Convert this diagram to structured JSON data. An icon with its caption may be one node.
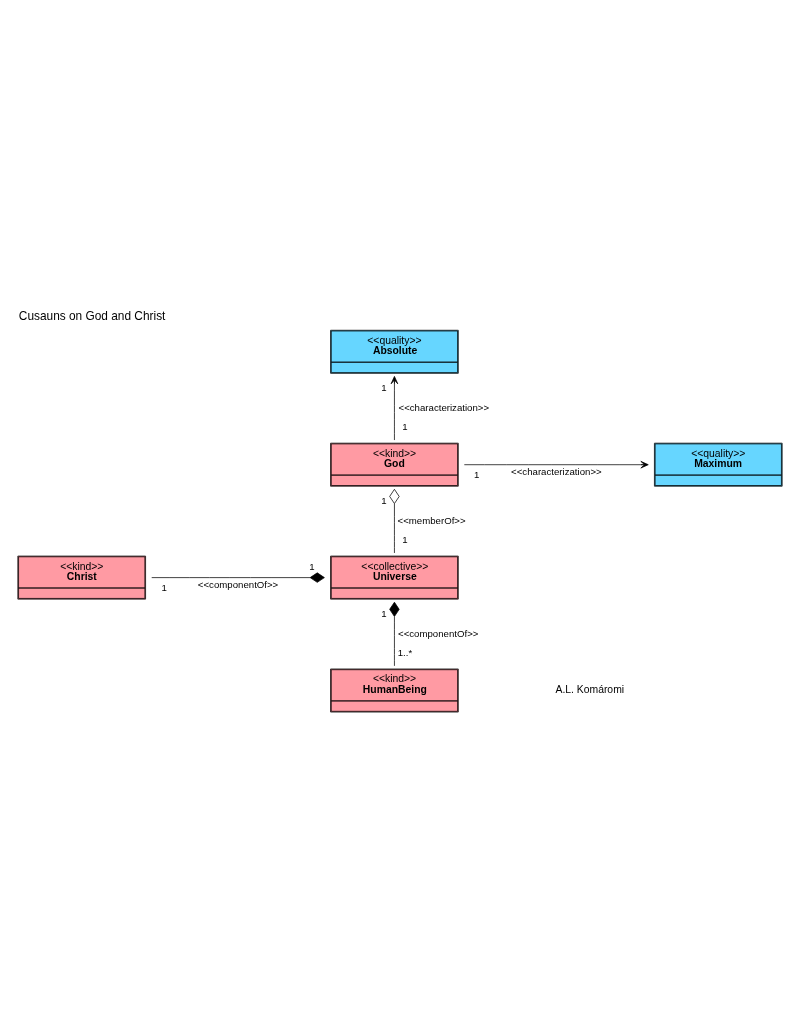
{
  "diagram": {
    "title": "Cusauns on God and Christ",
    "nodes": [
      {
        "text": [
          "<<quality>>",
          "Absolute"
        ]
      },
      {
        "text": [
          "<<kind>>",
          "God"
        ]
      },
      {
        "text": [
          "<<quality>>",
          "Maximum"
        ]
      },
      {
        "text": [
          "<<collective>>",
          "Universe"
        ]
      },
      {
        "text": [
          "<<kind>>",
          "Christ"
        ]
      },
      {
        "text": [
          "<<kind>>",
          "HumanBeing"
        ]
      }
    ],
    "edges": [
      {
        "from": 1,
        "to": 0,
        "arrow": "to",
        "label": "<<characterization>>"
      },
      {
        "from": 1,
        "to": 2,
        "arrow": "to",
        "label": "<<characterization>>"
      },
      {
        "from": 3,
        "to": 1,
        "arrow": "other",
        "label": "<<memberOf>>"
      },
      {
        "from": 4,
        "to": 3,
        "arrow": "other",
        "label": "<<componentOf>>"
      },
      {
        "from": 5,
        "to": 3,
        "arrow": "other",
        "label": "<<componentOf>>"
      }
    ],
    "labels": [
      "1",
      "1",
      "1",
      "1",
      "1",
      "1",
      "1",
      "1",
      "1..*",
      "A.L. Komáromi"
    ]
  }
}
